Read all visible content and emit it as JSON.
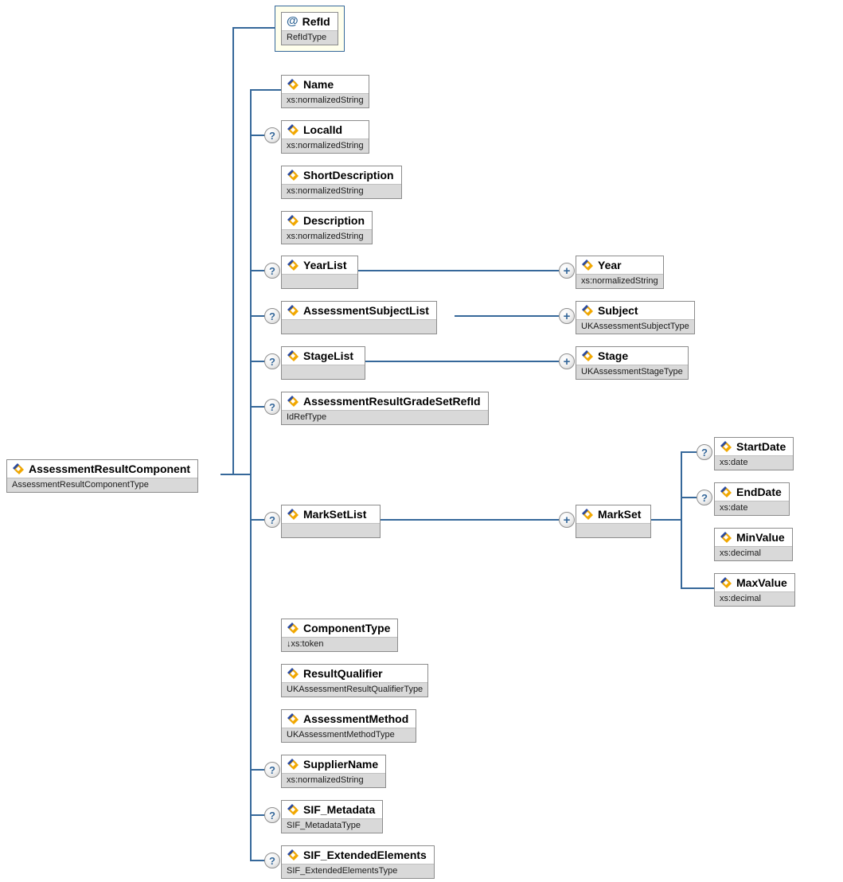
{
  "icons": {
    "optional": "?",
    "repeat": "+",
    "attribute": "@"
  },
  "colors": {
    "connector": "#36689a",
    "node_border": "#8c8c8c",
    "type_band": "#d9d9d9",
    "attribute_container_bg": "#ffffec",
    "attribute_container_border": "#36689a",
    "element_icon_blue": "#2b4ba0",
    "element_icon_gold": "#f2a800",
    "occurrence_glyph": "#36689a"
  },
  "root": {
    "label": "AssessmentResultComponent",
    "type": "AssessmentResultComponentType"
  },
  "nodes": {
    "refid": {
      "label": "RefId",
      "type": "RefIdType"
    },
    "name": {
      "label": "Name",
      "type": "xs:normalizedString"
    },
    "localid": {
      "label": "LocalId",
      "type": "xs:normalizedString"
    },
    "shortdescription": {
      "label": "ShortDescription",
      "type": "xs:normalizedString"
    },
    "description": {
      "label": "Description",
      "type": "xs:normalizedString"
    },
    "yearlist": {
      "label": "YearList",
      "type": ""
    },
    "year": {
      "label": "Year",
      "type": "xs:normalizedString"
    },
    "assessmentsubjectlist": {
      "label": "AssessmentSubjectList",
      "type": ""
    },
    "subject": {
      "label": "Subject",
      "type": "UKAssessmentSubjectType"
    },
    "stagelist": {
      "label": "StageList",
      "type": ""
    },
    "stage": {
      "label": "Stage",
      "type": "UKAssessmentStageType"
    },
    "argsrefid": {
      "label": "AssessmentResultGradeSetRefId",
      "type": "IdRefType"
    },
    "marksetlist": {
      "label": "MarkSetList",
      "type": ""
    },
    "markset": {
      "label": "MarkSet",
      "type": ""
    },
    "startdate": {
      "label": "StartDate",
      "type": "xs:date"
    },
    "enddate": {
      "label": "EndDate",
      "type": "xs:date"
    },
    "minvalue": {
      "label": "MinValue",
      "type": "xs:decimal"
    },
    "maxvalue": {
      "label": "MaxValue",
      "type": "xs:decimal"
    },
    "componenttype": {
      "label": "ComponentType",
      "type": "↓xs:token"
    },
    "resultqualifier": {
      "label": "ResultQualifier",
      "type": "UKAssessmentResultQualifierType"
    },
    "assessmentmethod": {
      "label": "AssessmentMethod",
      "type": "UKAssessmentMethodType"
    },
    "suppliername": {
      "label": "SupplierName",
      "type": "xs:normalizedString"
    },
    "sif_metadata": {
      "label": "SIF_Metadata",
      "type": "SIF_MetadataType"
    },
    "sif_extendedelements": {
      "label": "SIF_ExtendedElements",
      "type": "SIF_ExtendedElementsType"
    }
  }
}
